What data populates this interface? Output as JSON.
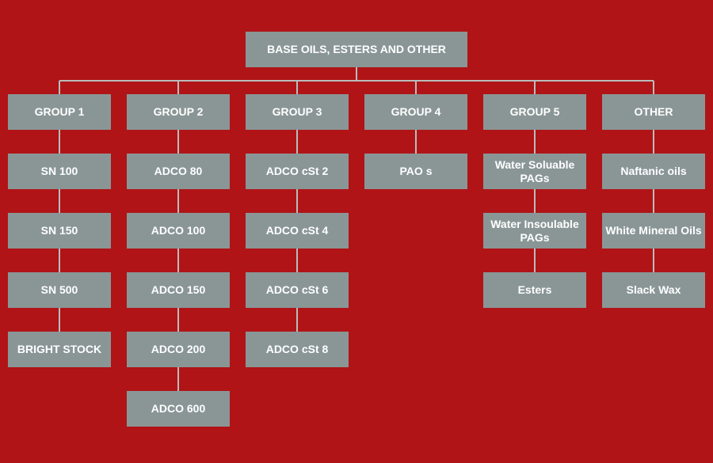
{
  "colors": {
    "background": "#b01417",
    "box": "#8a9696",
    "text": "#ffffff",
    "line": "#b9bcbc"
  },
  "root": {
    "label": "BASE OILS, ESTERS AND OTHER"
  },
  "groups": [
    {
      "label": "GROUP 1",
      "children": [
        "SN 100",
        "SN 150",
        "SN 500",
        "BRIGHT STOCK"
      ]
    },
    {
      "label": "GROUP 2",
      "children": [
        "ADCO 80",
        "ADCO 100",
        "ADCO 150",
        "ADCO 200",
        "ADCO 600"
      ]
    },
    {
      "label": "GROUP 3",
      "children": [
        "ADCO cSt 2",
        "ADCO cSt 4",
        "ADCO cSt 6",
        "ADCO cSt 8"
      ]
    },
    {
      "label": "GROUP 4",
      "children": [
        "PAO s"
      ]
    },
    {
      "label": "GROUP 5",
      "children": [
        "Water Soluable PAGs",
        "Water Insoulable PAGs",
        "Esters"
      ]
    },
    {
      "label": "OTHER",
      "children": [
        "Naftanic oils",
        "White Mineral Oils",
        "Slack Wax"
      ]
    }
  ]
}
